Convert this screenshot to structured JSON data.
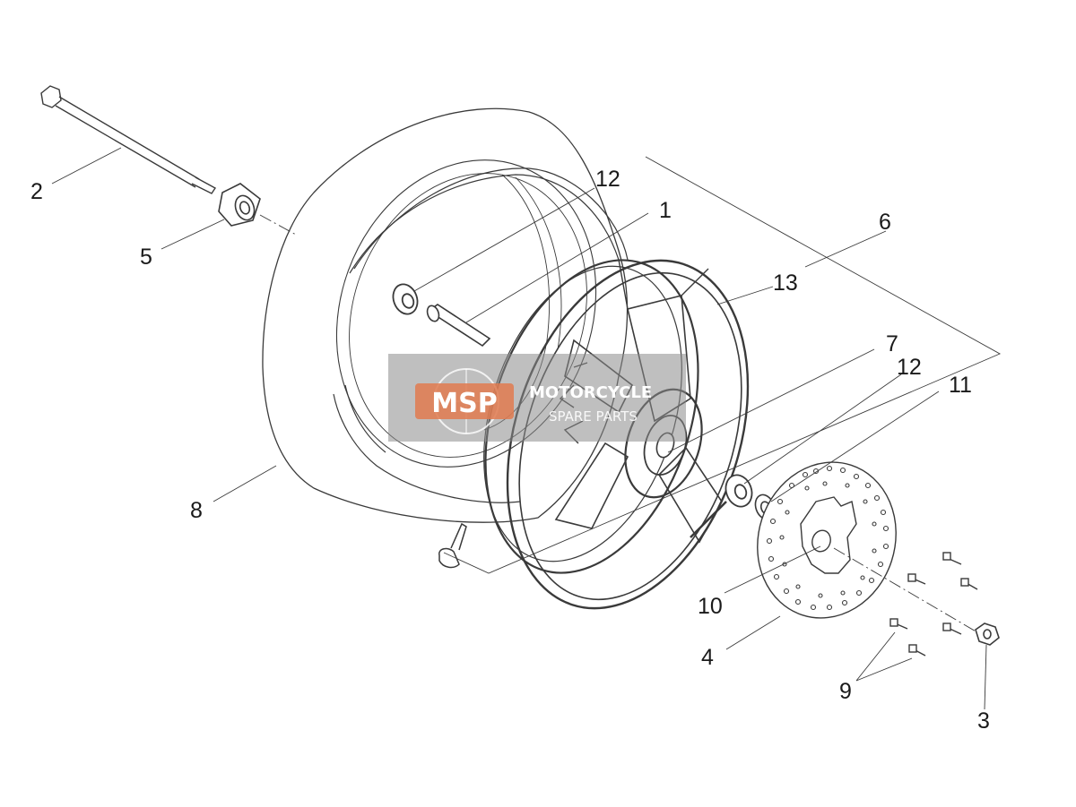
{
  "diagram": {
    "callouts": [
      "2",
      "5",
      "12",
      "1",
      "6",
      "13",
      "7",
      "12",
      "11",
      "8",
      "10",
      "4",
      "9",
      "3"
    ]
  },
  "watermark": {
    "badge_text": "MSP",
    "line1": "MOTORCYCLE",
    "line2": "SPARE PARTS"
  },
  "colors": {
    "watermark_box": "#8a8a8a",
    "watermark_badge": "#e07a4f",
    "line": "#3a3a3a"
  }
}
